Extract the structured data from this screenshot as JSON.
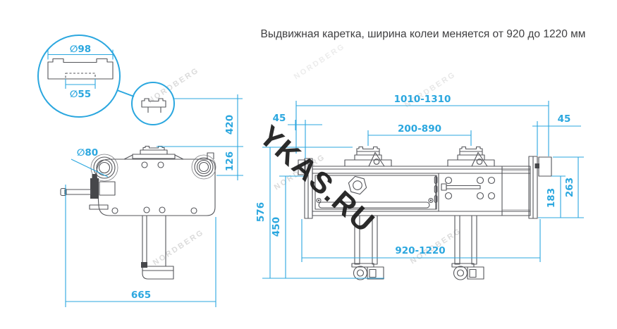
{
  "title": "Выдвижная каретка, ширина колеи меняется от 920 до 1220 мм",
  "watermarks": {
    "site": "YKAS.RU",
    "brand": "NORDBERG"
  },
  "colors": {
    "dimension_blue": "#2BA7DF",
    "drawing_gray": "#54555A",
    "brand_watermark": "#DBDBDB",
    "site_watermark": "#1A1A1A",
    "title_text": "#3F3F41"
  },
  "detail_view": {
    "pad_diameter": "∅98",
    "hole_diameter": "∅55"
  },
  "side_view": {
    "roller_diameter": "∅80",
    "upper_height": "420",
    "pad_height": "126",
    "length": "665"
  },
  "front_view": {
    "overall_length": "1010-1310",
    "left_end_width": "45",
    "pad_distance": "200-890",
    "right_end_width": "45",
    "right_height_outer": "263",
    "right_height_inner": "183",
    "overall_height": "576",
    "frame_height": "450",
    "track_width": "920-1220"
  }
}
